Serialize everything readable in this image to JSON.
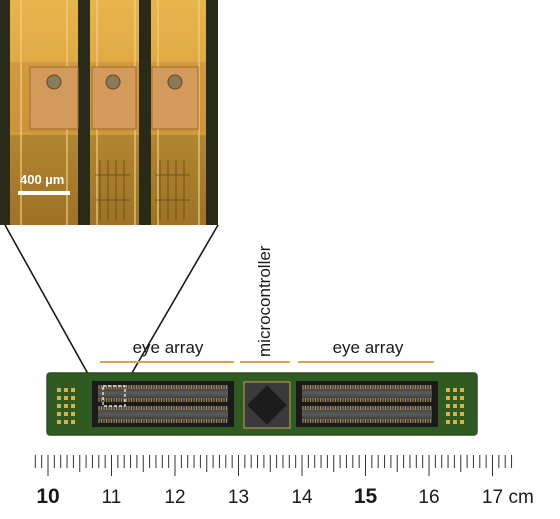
{
  "micrograph": {
    "scale_bar_label": "400 µm"
  },
  "labels": {
    "eye_array_left": "eye array",
    "microcontroller": "microcontroller",
    "eye_array_right": "eye array"
  },
  "ruler": {
    "tick_labels": [
      "10",
      "11",
      "12",
      "13",
      "14",
      "15",
      "16",
      "17"
    ],
    "unit": "cm"
  },
  "colors": {
    "bracket": "#d4a64a",
    "micro_gold": "#c8942c",
    "micro_pad": "#d49a5c",
    "pcb_green": "#2f5a22"
  }
}
